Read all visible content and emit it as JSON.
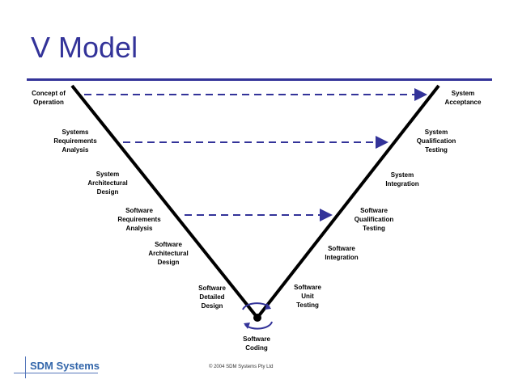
{
  "title": "V Model",
  "left_stages": [
    {
      "id": "concept",
      "lines": [
        "Concept of",
        "Operation"
      ]
    },
    {
      "id": "sys-req",
      "lines": [
        "Systems",
        "Requirements",
        "Analysis"
      ]
    },
    {
      "id": "sys-arch",
      "lines": [
        "System",
        "Architectural",
        "Design"
      ]
    },
    {
      "id": "sw-req",
      "lines": [
        "Software",
        "Requirements",
        "Analysis"
      ]
    },
    {
      "id": "sw-arch",
      "lines": [
        "Software",
        "Architectural",
        "Design"
      ]
    },
    {
      "id": "sw-detail",
      "lines": [
        "Software",
        "Detailed",
        "Design"
      ]
    }
  ],
  "bottom_stage": {
    "id": "coding",
    "lines": [
      "Software",
      "Coding"
    ]
  },
  "right_stages": [
    {
      "id": "sys-accept",
      "lines": [
        "System",
        "Acceptance"
      ]
    },
    {
      "id": "sys-qual",
      "lines": [
        "System",
        "Qualification",
        "Testing"
      ]
    },
    {
      "id": "sys-int",
      "lines": [
        "System",
        "Integration"
      ]
    },
    {
      "id": "sw-qual",
      "lines": [
        "Software",
        "Qualification",
        "Testing"
      ]
    },
    {
      "id": "sw-int",
      "lines": [
        "Software",
        "Integration"
      ]
    },
    {
      "id": "sw-unit",
      "lines": [
        "Software",
        "Unit",
        "Testing"
      ]
    }
  ],
  "arrows": [
    {
      "from": "concept",
      "to": "sys-accept"
    },
    {
      "from": "sys-req",
      "to": "sys-qual"
    },
    {
      "from": "sw-req",
      "to": "sw-qual"
    }
  ],
  "colors": {
    "accent": "#333399",
    "line": "#000000",
    "brand": "#3366aa"
  },
  "footer": {
    "brand": "SDM Systems",
    "copyright": "© 2004 SDM Systems Pty Ltd"
  }
}
